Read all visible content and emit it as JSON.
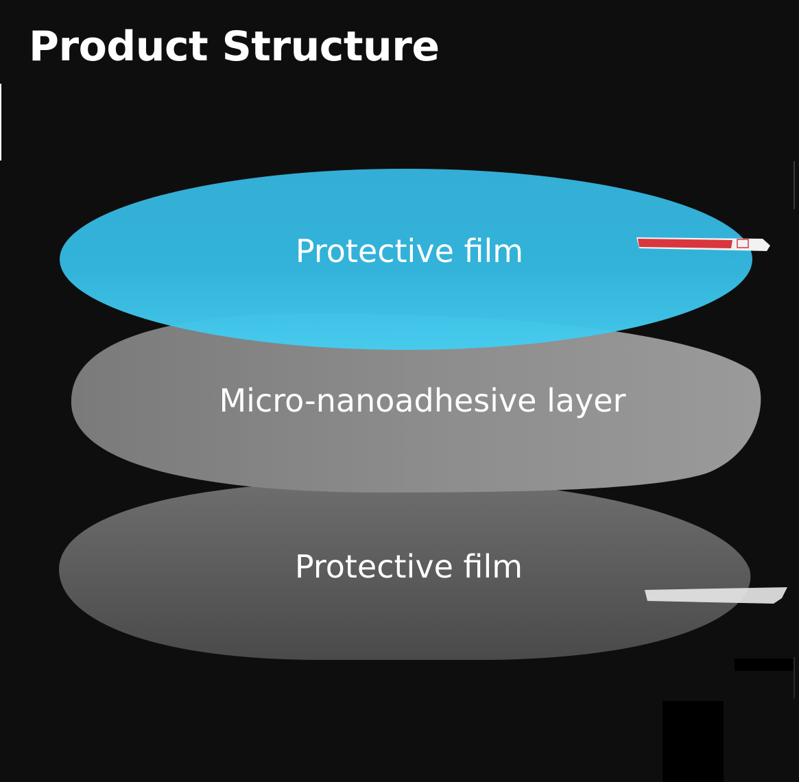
{
  "title": "Product Structure",
  "layers": [
    {
      "label": "Protective film",
      "color": "#3ec6ea"
    },
    {
      "label": "Micro-nanoadhesive layer",
      "color": "#8a8a8a"
    },
    {
      "label": "Protective film",
      "color": "#5a5a5a"
    }
  ]
}
